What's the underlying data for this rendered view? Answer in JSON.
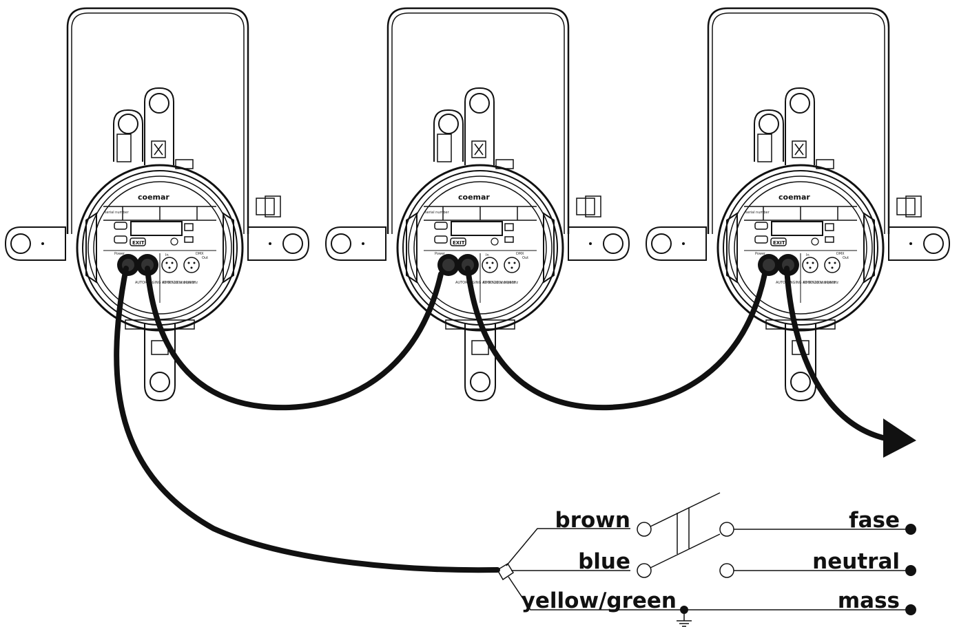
{
  "fixtures": [
    {
      "brand": "coemar",
      "exit_label": "EXIT",
      "power_label": "Power",
      "dmx_label": "DMX",
      "in_label": "In",
      "out_label": "Out",
      "serial_label": "serial number",
      "power_sub": "AUTORANGING AC 90-260V 50/60Hz",
      "dmx_sub": "DMX 512 standard"
    },
    {
      "brand": "coemar",
      "exit_label": "EXIT",
      "power_label": "Power",
      "dmx_label": "DMX",
      "in_label": "In",
      "out_label": "Out",
      "serial_label": "serial number",
      "power_sub": "AUTORANGING AC 90-260V 50/60Hz",
      "dmx_sub": "DMX 512 standard"
    },
    {
      "brand": "coemar",
      "exit_label": "EXIT",
      "power_label": "Power",
      "dmx_label": "DMX",
      "in_label": "In",
      "out_label": "Out",
      "serial_label": "serial number",
      "power_sub": "AUTORANGING AC 90-260V 50/60Hz",
      "dmx_sub": "DMX 512 standard"
    }
  ],
  "wires": {
    "brown": "brown",
    "blue": "blue",
    "yellow_green": "yellow/green"
  },
  "terminals": {
    "fase": "fase",
    "neutral": "neutral",
    "mass": "mass"
  },
  "colors": {
    "line": "#111111",
    "background": "#ffffff"
  }
}
